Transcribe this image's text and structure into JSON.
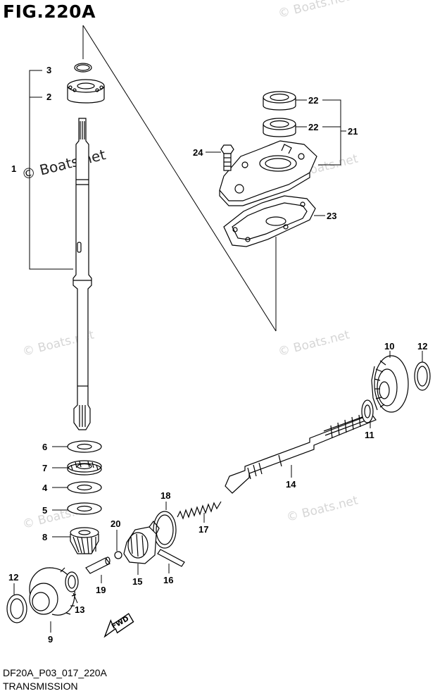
{
  "figure": {
    "title": "FIG.220A",
    "code": "DF20A_P03_017_220A",
    "name": "TRANSMISSION"
  },
  "watermark": {
    "main": "© Boats.net",
    "faint": "© Boats.net"
  },
  "fwd_label": "FWD",
  "callouts": [
    {
      "id": "c3",
      "text": "3"
    },
    {
      "id": "c2",
      "text": "2"
    },
    {
      "id": "c1",
      "text": "1"
    },
    {
      "id": "c22a",
      "text": "22"
    },
    {
      "id": "c22b",
      "text": "22"
    },
    {
      "id": "c21",
      "text": "21"
    },
    {
      "id": "c24",
      "text": "24"
    },
    {
      "id": "c23",
      "text": "23"
    },
    {
      "id": "c10",
      "text": "10"
    },
    {
      "id": "c12a",
      "text": "12"
    },
    {
      "id": "c11",
      "text": "11"
    },
    {
      "id": "c14",
      "text": "14"
    },
    {
      "id": "c6",
      "text": "6"
    },
    {
      "id": "c7",
      "text": "7"
    },
    {
      "id": "c4",
      "text": "4"
    },
    {
      "id": "c5",
      "text": "5"
    },
    {
      "id": "c8",
      "text": "8"
    },
    {
      "id": "c18",
      "text": "18"
    },
    {
      "id": "c17",
      "text": "17"
    },
    {
      "id": "c20",
      "text": "20"
    },
    {
      "id": "c12b",
      "text": "12"
    },
    {
      "id": "c19",
      "text": "19"
    },
    {
      "id": "c15",
      "text": "15"
    },
    {
      "id": "c16",
      "text": "16"
    },
    {
      "id": "c13",
      "text": "13"
    },
    {
      "id": "c9",
      "text": "9"
    }
  ]
}
